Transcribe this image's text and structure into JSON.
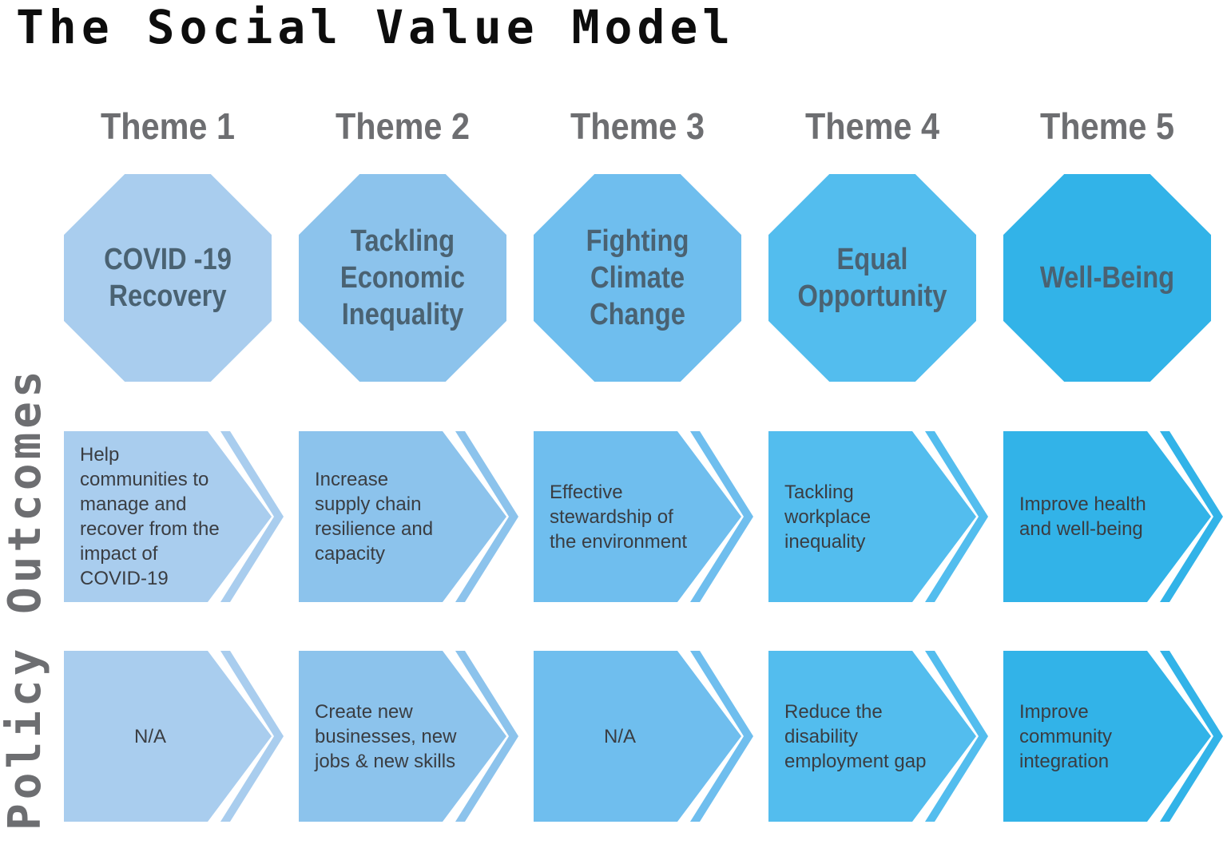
{
  "title": "The Social Value Model",
  "side_label": "Policy Outcomes",
  "themes": [
    {
      "label": "Theme 1",
      "name": "COVID -19\nRecovery",
      "color": "#a9cdee",
      "outcomes": [
        "Help\ncommunities to\nmanage and\nrecover from the\nimpact of\nCOVID-19",
        "N/A"
      ]
    },
    {
      "label": "Theme 2",
      "name": "Tackling\nEconomic\nInequality",
      "color": "#8cc3ec",
      "outcomes": [
        "Increase\nsupply chain\nresilience and\ncapacity",
        "Create new\nbusinesses, new\njobs & new skills"
      ]
    },
    {
      "label": "Theme 3",
      "name": "Fighting\nClimate\nChange",
      "color": "#6fbeee",
      "outcomes": [
        "Effective\nstewardship of\nthe environment",
        "N/A"
      ]
    },
    {
      "label": "Theme 4",
      "name": "Equal\nOpportunity",
      "color": "#53bdee",
      "outcomes": [
        "Tackling\nworkplace\ninequality",
        "Reduce the\ndisability\nemployment gap"
      ]
    },
    {
      "label": "Theme 5",
      "name": "Well-Being",
      "color": "#32b3e8",
      "outcomes": [
        "Improve health\nand well-being",
        "Improve\ncommunity\nintegration"
      ]
    }
  ]
}
